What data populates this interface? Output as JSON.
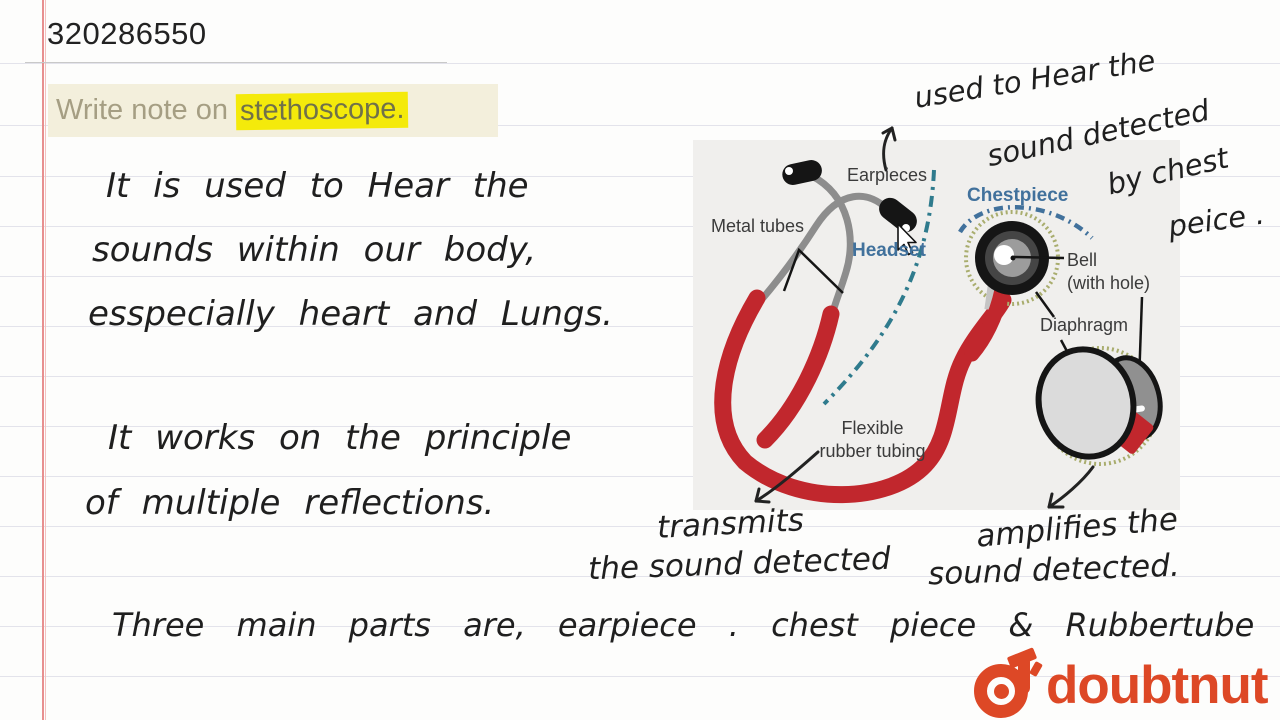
{
  "header": {
    "question_id": "320286550",
    "question_prefix": "Write note on",
    "question_highlight": "stethoscope."
  },
  "notes": {
    "line1": "It is used to Hear the",
    "line2": "sounds within our body,",
    "line3": "esspecially heart and Lungs.",
    "line4": "It works on the principle",
    "line5": "of multiple reflections.",
    "line6": "Three main parts are, earpiece . chest piece & Rubbertube"
  },
  "annotations": {
    "top_line1": "used to Hear the",
    "top_line2": "sound detected",
    "top_line3": "by chest",
    "top_line4": "peice .",
    "bottom_left_line1": "transmits",
    "bottom_left_line2": "the sound detected",
    "bottom_right_line1": "amplifies the",
    "bottom_right_line2": "sound detected."
  },
  "diagram": {
    "labels": {
      "earpieces": "Earpieces",
      "metal_tubes": "Metal tubes",
      "headset": "Headset",
      "chestpiece": "Chestpiece",
      "bell_line1": "Bell",
      "bell_line2": "(with hole)",
      "diaphragm": "Diaphragm",
      "flexible_line1": "Flexible",
      "flexible_line2": "rubber tubing"
    },
    "colors": {
      "tube_red": "#c1272d",
      "metal_gray": "#8d8d8d",
      "label_blue": "#41719c",
      "panel_bg": "#f0efed",
      "halo_olive": "#a9ad6e",
      "dash_teal": "#2f7b8d"
    }
  },
  "branding": {
    "logo_text": "doubtnut",
    "logo_color": "#dd4826"
  },
  "colors": {
    "highlight_yellow": "#f4ea0b",
    "banner_bg": "#f3efdc",
    "margin_red": "#e78f8f",
    "rule_line": "#e3e3eb",
    "ink": "#1f1f1f"
  }
}
